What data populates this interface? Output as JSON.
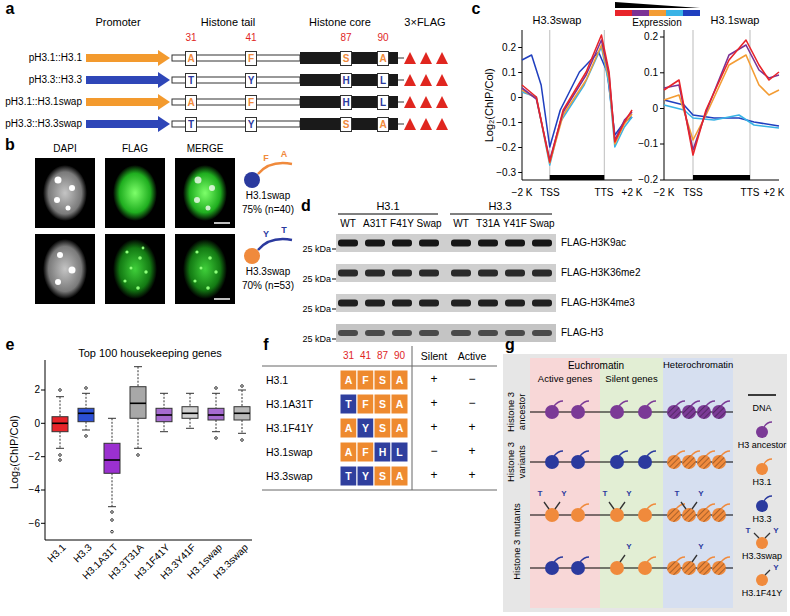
{
  "diagram": {
    "nodes": [
      {
        "text": [
          "A"
        ]
      },
      {
        "text": [
          "F"
        ]
      },
      {
        "text": [
          "S"
        ]
      },
      {
        "text": [
          "A"
        ]
      },
      {
        "text": [
          "T"
        ]
      },
      {
        "text": [
          "Y"
        ]
      },
      {
        "text": [
          "H"
        ]
      },
      {
        "text": [
          "L"
        ]
      },
      {
        "text": [
          "A"
        ]
      },
      {
        "text": [
          "F"
        ]
      },
      {
        "text": [
          "H"
        ]
      },
      {
        "text": [
          "L"
        ]
      },
      {
        "text": [
          "T"
        ]
      },
      {
        "text": [
          "Y"
        ]
      },
      {
        "text": [
          "S"
        ]
      },
      {
        "text": [
          "A"
        ]
      },
      {
        "text": [
          "Active genes"
        ]
      },
      {
        "text": [
          "Silent genes"
        ]
      },
      {
        "text": [
          "Heterochromatin"
        ]
      }
    ],
    "labels": [
      "a",
      "Promoter",
      "Histone tail",
      "Histone core",
      "3×FLAG",
      "31",
      "41",
      "87",
      "90",
      "pH3.1::H3.1",
      "pH3.3::H3.3",
      "pH3.1::H3.1swap",
      "pH3.3::H3.3swap",
      "b",
      "DAPI",
      "FLAG",
      "MERGE",
      "F",
      "A",
      "H3.1swap",
      "75% (n=40)",
      "Y",
      "T",
      "H3.3swap",
      "70% (n=53)",
      "c",
      "H3.3swap",
      "Expression",
      "H3.1swap",
      "Log₂(ChIP/Col)",
      "0.2",
      "0.1",
      "0",
      "−0.1",
      "−0.2",
      "−0.3",
      "0.2",
      "0.1",
      "0",
      "−0.1",
      "−0.2",
      "−2 K",
      "TSS",
      "TTS",
      "+2 K",
      "−2 K",
      "TSS",
      "TTS",
      "+2 K",
      "d",
      "H3.1",
      "H3.3",
      "WT",
      "A31T",
      "F41Y",
      "Swap",
      "WT",
      "T31A",
      "Y41F",
      "Swap",
      "25 kDa",
      "FLAG-H3K9ac",
      "25 kDa",
      "FLAG-H3K36me2",
      "25 kDa",
      "FLAG-H3K4me3",
      "25 kDa",
      "FLAG-H3",
      "e",
      "Top 100 housekeeping genes",
      "Log₂(ChIP/Col)",
      "2",
      "0",
      "−2",
      "−4",
      "−6",
      "H3.1",
      "H3.3",
      "H3.1A31T",
      "H3.3T31A",
      "H3.1F41Y",
      "H3.3Y41F",
      "H3.1swap",
      "H3.3swap",
      "f",
      "31",
      "41",
      "87",
      "90",
      "Silent",
      "Active",
      "H3.1",
      "A",
      "F",
      "S",
      "A",
      "+",
      "−",
      "H3.1A31T",
      "T",
      "F",
      "S",
      "A",
      "+",
      "−",
      "H3.1F41Y",
      "A",
      "Y",
      "S",
      "A",
      "+",
      "+",
      "H3.1swap",
      "A",
      "F",
      "H",
      "L",
      "−",
      "+",
      "H3.3swap",
      "T",
      "Y",
      "S",
      "A",
      "+",
      "+",
      "g",
      "Euchromatin",
      "Histone 3 ancestor",
      "Histone 3 variants",
      "Histone 3 mutants",
      "T",
      "Y",
      "T",
      "Y",
      "T",
      "Y",
      "Y",
      "Y",
      "T",
      "Y",
      "Y"
    ],
    "legend": [
      {
        "text": "DNA"
      },
      {
        "text": "H3 ancestor",
        "color": "#7b3a96"
      },
      {
        "text": "H3.1",
        "color": "#f08a3c"
      },
      {
        "text": "H3.3",
        "color": "#2b3a9e"
      },
      {
        "text": "H3.3swap"
      },
      {
        "text": "H3.1F41Y"
      }
    ]
  }
}
